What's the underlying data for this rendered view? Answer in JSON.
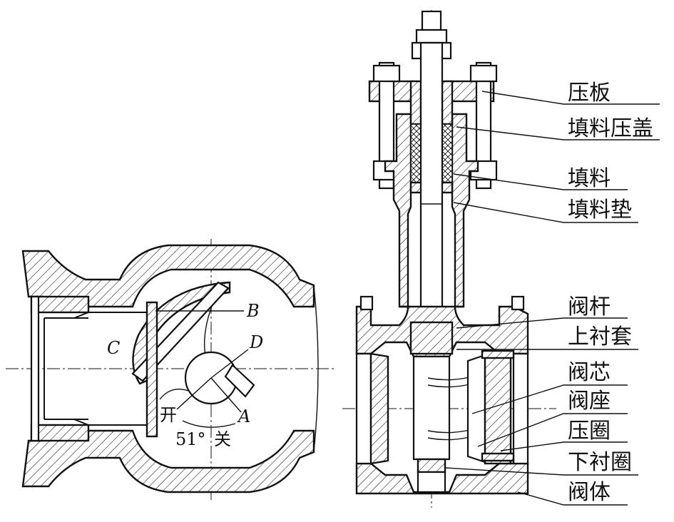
{
  "part_labels": {
    "pressure_plate": "压板",
    "packing_gland": "填料压盖",
    "packing": "填料",
    "packing_gasket": "填料垫",
    "valve_stem": "阀杆",
    "upper_bushing": "上衬套",
    "valve_plug": "阀芯",
    "valve_seat": "阀座",
    "clamp_ring": "压圈",
    "lower_bushing": "下衬圈",
    "valve_body": "阀体"
  },
  "section_labels": {
    "point_b": "B",
    "point_c": "C",
    "point_d": "D",
    "point_a": "A",
    "open": "开",
    "close": "关",
    "angle": "51°"
  },
  "colors": {
    "line": "#111111",
    "background": "#ffffff"
  }
}
